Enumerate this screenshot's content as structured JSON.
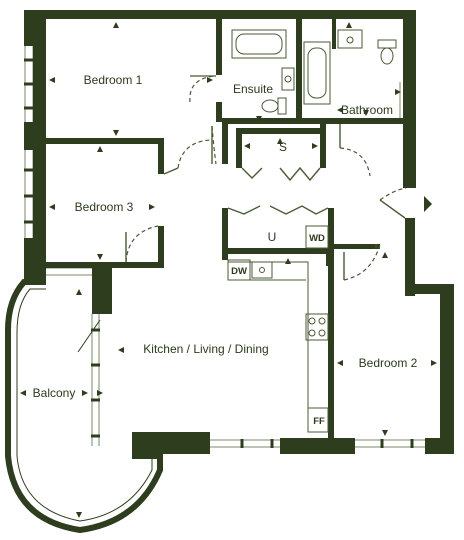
{
  "colors": {
    "wall": "#2e3d1d",
    "line": "#4a5a36",
    "window": "#7b8a6a",
    "text": "#2b3a1c"
  },
  "rooms": {
    "bedroom1": "Bedroom 1",
    "ensuite": "Ensuite",
    "bathroom": "Bathroom",
    "store": "S",
    "bedroom3": "Bedroom 3",
    "utility": "U",
    "kitchen_living": "Kitchen / Living / Dining",
    "bedroom2": "Bedroom 2",
    "balcony": "Balcony"
  },
  "fixtures": {
    "washer_dryer": "WD",
    "dishwasher": "DW",
    "fridge_freezer": "FF"
  }
}
